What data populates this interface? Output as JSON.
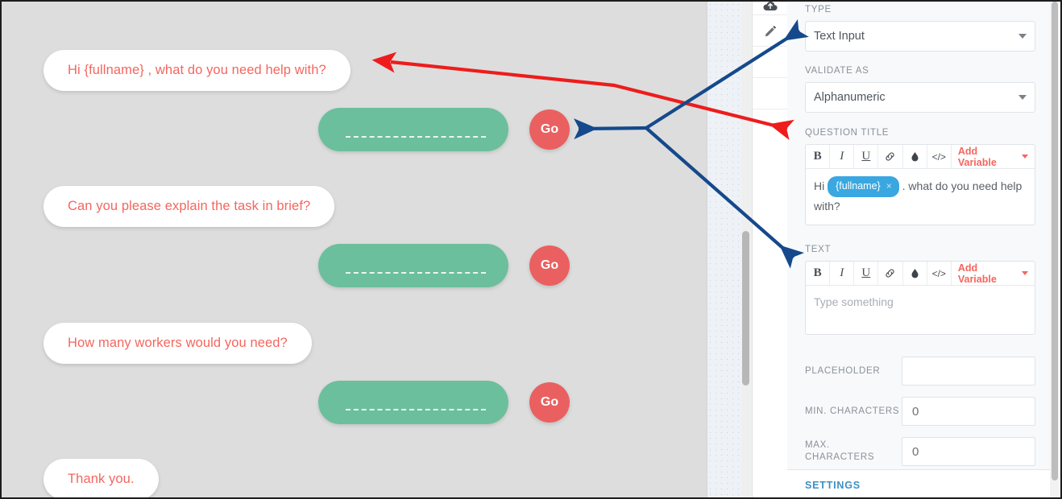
{
  "chat": {
    "messages": [
      {
        "type": "bot",
        "text": "Hi {fullname} , what do you need help with?"
      },
      {
        "type": "answer",
        "go_label": "Go"
      },
      {
        "type": "bot",
        "text": "Can you please explain the task in brief?"
      },
      {
        "type": "answer",
        "go_label": "Go"
      },
      {
        "type": "bot",
        "text": "How many workers would you need?"
      },
      {
        "type": "answer",
        "go_label": "Go"
      },
      {
        "type": "bot",
        "text": "Thank you."
      }
    ],
    "bubble_bg": "#ffffff",
    "bubble_text_color": "#f4665f",
    "answer_bg": "#6cbf9c",
    "go_bg": "#ea6060",
    "canvas_bg": "#dddddd"
  },
  "icon_rail": {
    "items": [
      {
        "name": "cloud-upload-icon"
      },
      {
        "name": "pencil-icon"
      }
    ]
  },
  "panel": {
    "type": {
      "label": "TYPE",
      "value": "Text Input"
    },
    "validate_as": {
      "label": "VALIDATE AS",
      "value": "Alphanumeric"
    },
    "question_title": {
      "label": "QUESTION TITLE",
      "toolbar": {
        "bold": "B",
        "italic": "I",
        "underline": "U",
        "link_icon": "link-icon",
        "color_icon": "droplet-icon",
        "code": "</>",
        "add_variable": "Add Variable"
      },
      "content_prefix": "Hi",
      "variable_chip": "{fullname}",
      "variable_chip_remove": "×",
      "content_suffix": ". what do you need help with?"
    },
    "text": {
      "label": "TEXT",
      "toolbar": {
        "bold": "B",
        "italic": "I",
        "underline": "U",
        "link_icon": "link-icon",
        "color_icon": "droplet-icon",
        "code": "</>",
        "add_variable": "Add Variable"
      },
      "placeholder": "Type something"
    },
    "placeholder_field": {
      "label": "PLACEHOLDER",
      "value": ""
    },
    "min_characters": {
      "label": "MIN. CHARACTERS",
      "value": "0"
    },
    "max_characters": {
      "label": "MAX. CHARACTERS",
      "value": "0"
    },
    "settings": {
      "label": "SETTINGS"
    },
    "accent_color": "#f4665f",
    "chip_color": "#3aa7e0",
    "settings_color": "#3d8fc4"
  },
  "annotations": {
    "red_arrow_color": "#ee1c1c",
    "blue_arrow_color": "#15498c",
    "red_arrow_desc": "double-headed red arrow linking first chat bubble to QUESTION TITLE",
    "blue_arrow_desc": "blue three-way arrow linking Go button to TYPE and TEXT fields"
  }
}
